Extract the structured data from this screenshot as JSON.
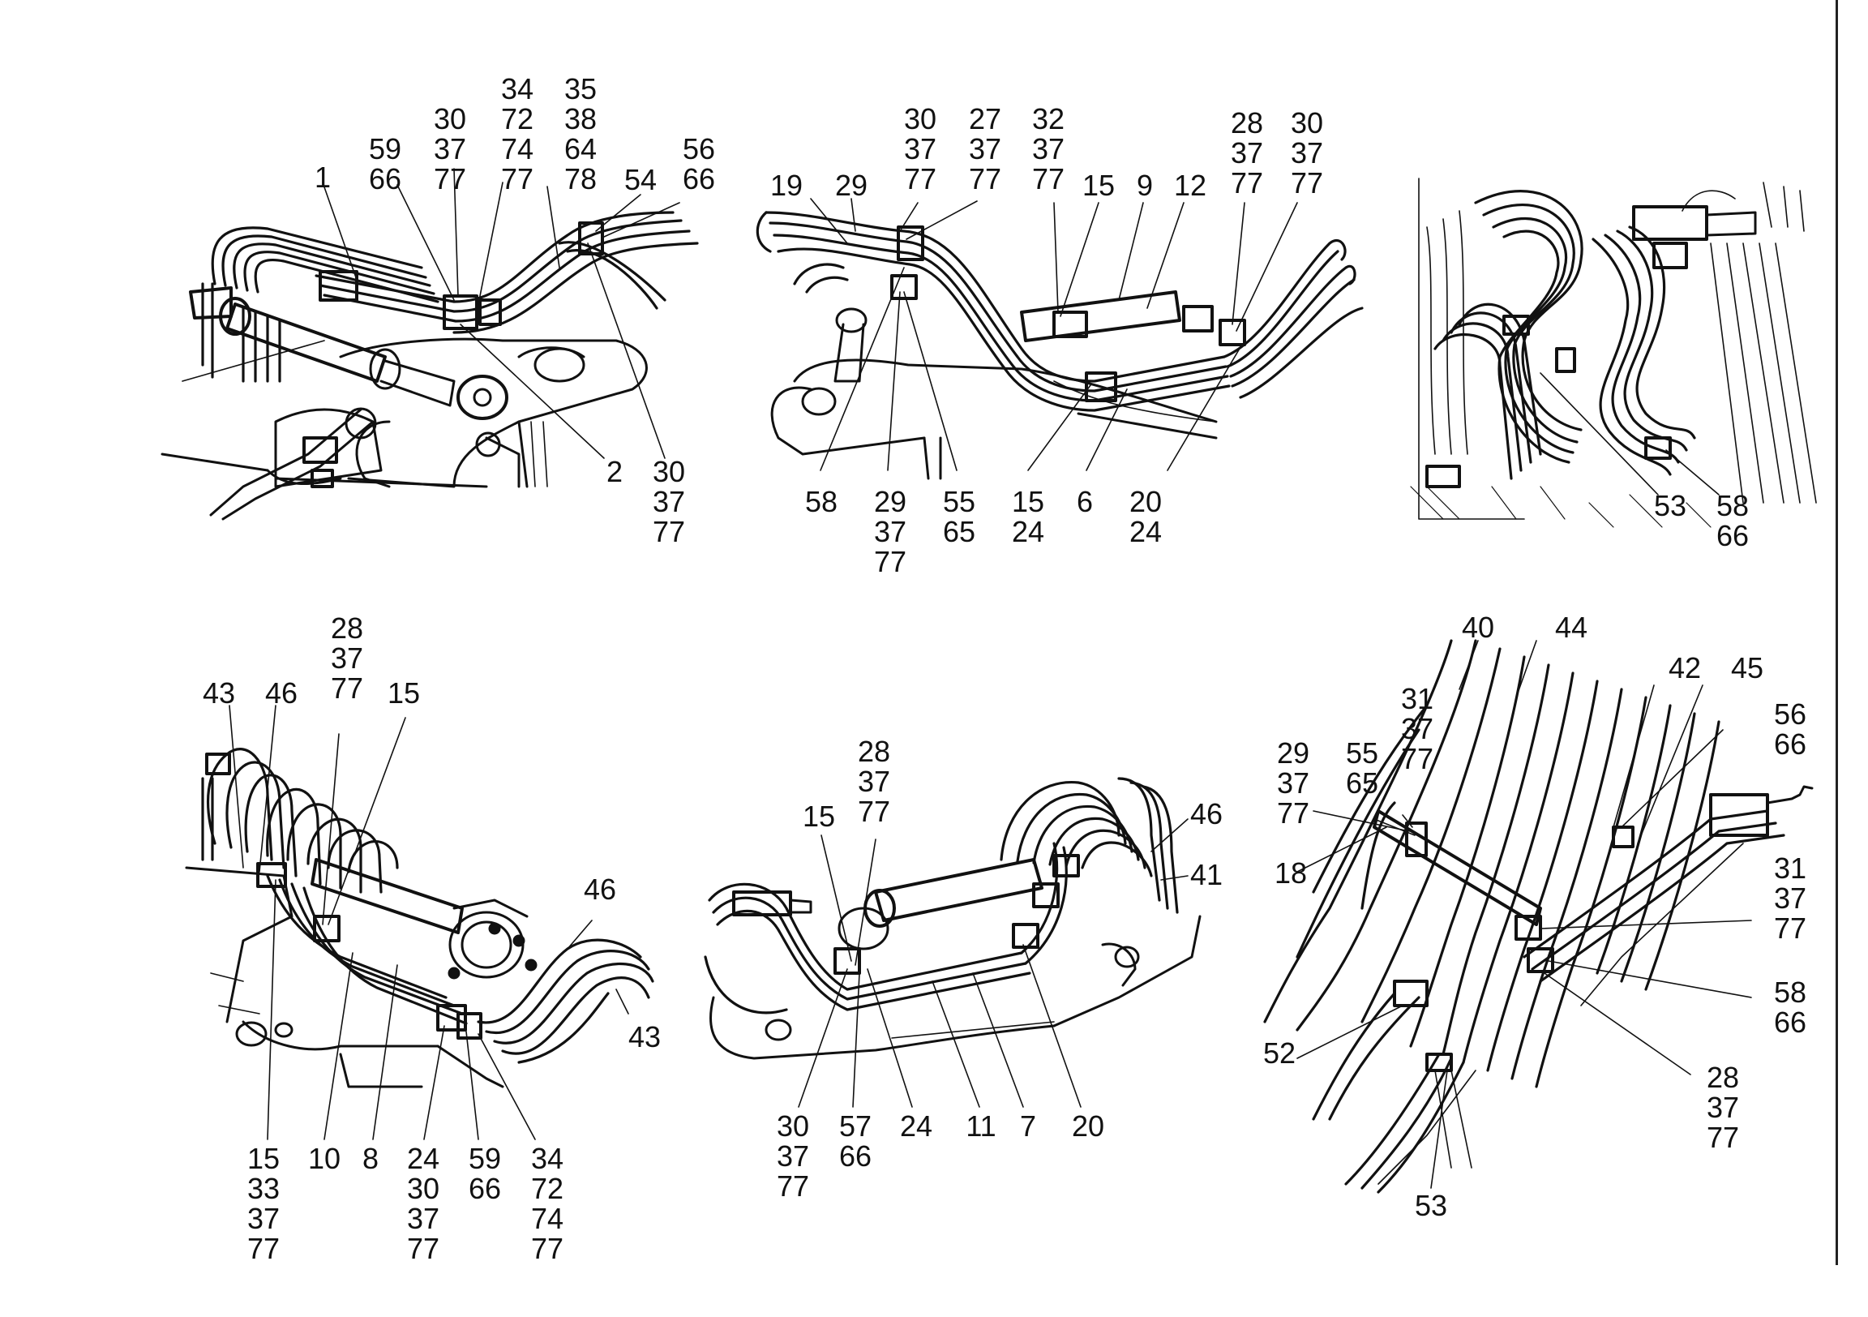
{
  "figures": [
    {
      "id": "fig1",
      "callouts": [
        {
          "lines": [
            "1"
          ]
        },
        {
          "lines": [
            "59",
            "66"
          ]
        },
        {
          "lines": [
            "30",
            "37",
            "77"
          ]
        },
        {
          "lines": [
            "34",
            "72",
            "74",
            "77"
          ]
        },
        {
          "lines": [
            "35",
            "38",
            "64",
            "78"
          ]
        },
        {
          "lines": [
            "54"
          ]
        },
        {
          "lines": [
            "56",
            "66"
          ]
        },
        {
          "lines": [
            "2"
          ]
        },
        {
          "lines": [
            "30",
            "37",
            "77"
          ]
        }
      ]
    },
    {
      "id": "fig2",
      "callouts": [
        {
          "lines": [
            "19"
          ]
        },
        {
          "lines": [
            "29"
          ]
        },
        {
          "lines": [
            "30",
            "37",
            "77"
          ]
        },
        {
          "lines": [
            "27",
            "37",
            "77"
          ]
        },
        {
          "lines": [
            "32",
            "37",
            "77"
          ]
        },
        {
          "lines": [
            "15"
          ]
        },
        {
          "lines": [
            "9"
          ]
        },
        {
          "lines": [
            "12"
          ]
        },
        {
          "lines": [
            "28",
            "37",
            "77"
          ]
        },
        {
          "lines": [
            "30",
            "37",
            "77"
          ]
        },
        {
          "lines": [
            "58"
          ]
        },
        {
          "lines": [
            "29",
            "37",
            "77"
          ]
        },
        {
          "lines": [
            "55",
            "65"
          ]
        },
        {
          "lines": [
            "15",
            "24"
          ]
        },
        {
          "lines": [
            "6"
          ]
        },
        {
          "lines": [
            "20",
            "24"
          ]
        }
      ]
    },
    {
      "id": "fig3",
      "callouts": [
        {
          "lines": [
            "53"
          ]
        },
        {
          "lines": [
            "58",
            "66"
          ]
        }
      ]
    },
    {
      "id": "fig4",
      "callouts": [
        {
          "lines": [
            "43"
          ]
        },
        {
          "lines": [
            "46"
          ]
        },
        {
          "lines": [
            "28",
            "37",
            "77"
          ]
        },
        {
          "lines": [
            "15"
          ]
        },
        {
          "lines": [
            "46"
          ]
        },
        {
          "lines": [
            "43"
          ]
        },
        {
          "lines": [
            "15",
            "33",
            "37",
            "77"
          ]
        },
        {
          "lines": [
            "10"
          ]
        },
        {
          "lines": [
            "8"
          ]
        },
        {
          "lines": [
            "24",
            "30",
            "37",
            "77"
          ]
        },
        {
          "lines": [
            "59",
            "66"
          ]
        },
        {
          "lines": [
            "34",
            "72",
            "74",
            "77"
          ]
        }
      ]
    },
    {
      "id": "fig5",
      "callouts": [
        {
          "lines": [
            "28",
            "37",
            "77"
          ]
        },
        {
          "lines": [
            "15"
          ]
        },
        {
          "lines": [
            "46"
          ]
        },
        {
          "lines": [
            "41"
          ]
        },
        {
          "lines": [
            "30",
            "37",
            "77"
          ]
        },
        {
          "lines": [
            "57",
            "66"
          ]
        },
        {
          "lines": [
            "24"
          ]
        },
        {
          "lines": [
            "11"
          ]
        },
        {
          "lines": [
            "7"
          ]
        },
        {
          "lines": [
            "20"
          ]
        }
      ]
    },
    {
      "id": "fig6",
      "callouts": [
        {
          "lines": [
            "40"
          ]
        },
        {
          "lines": [
            "44"
          ]
        },
        {
          "lines": [
            "42"
          ]
        },
        {
          "lines": [
            "45"
          ]
        },
        {
          "lines": [
            "31",
            "37",
            "77"
          ]
        },
        {
          "lines": [
            "29",
            "37",
            "77"
          ]
        },
        {
          "lines": [
            "55",
            "65"
          ]
        },
        {
          "lines": [
            "56",
            "66"
          ]
        },
        {
          "lines": [
            "18"
          ]
        },
        {
          "lines": [
            "31",
            "37",
            "77"
          ]
        },
        {
          "lines": [
            "58",
            "66"
          ]
        },
        {
          "lines": [
            "52"
          ]
        },
        {
          "lines": [
            "28",
            "37",
            "77"
          ]
        },
        {
          "lines": [
            "53"
          ]
        }
      ]
    }
  ]
}
